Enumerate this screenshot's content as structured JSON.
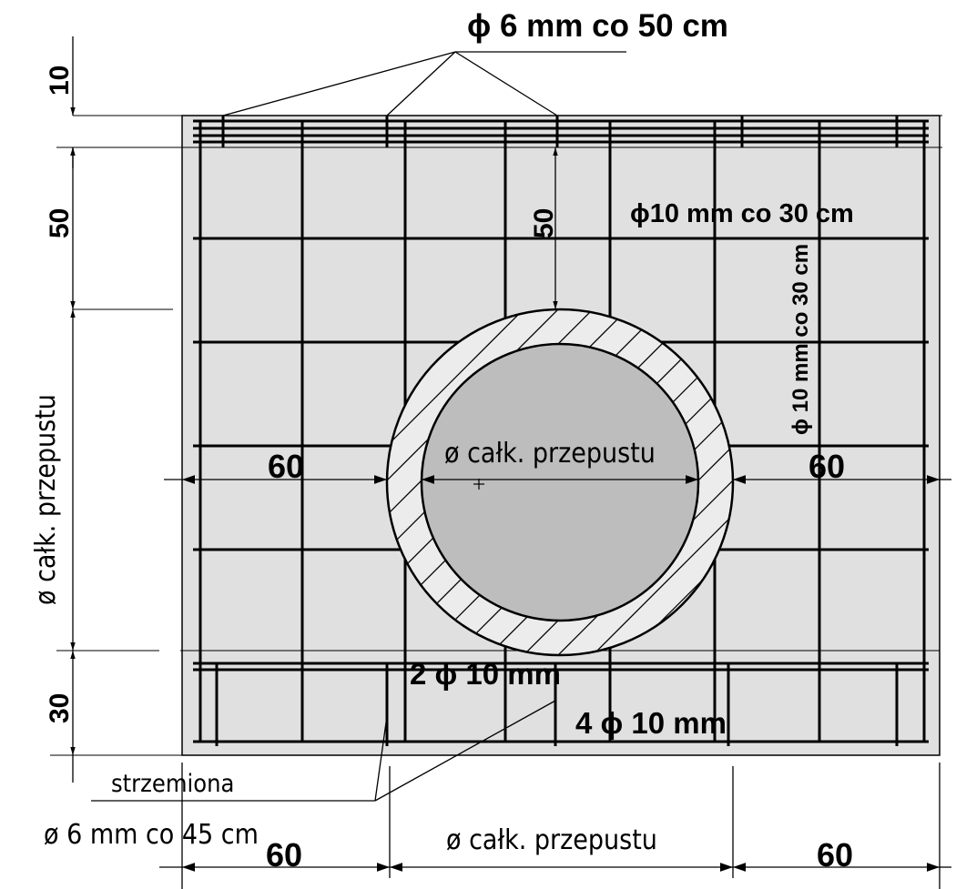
{
  "drawing": {
    "top_bar_label": "ϕ 6 mm co 50 cm",
    "horizontal_mesh_label": "ϕ10 mm co 30 cm",
    "vertical_mesh_label": "ϕ 10 mm co 30 cm",
    "pipe_diameter_label": "ø całk. przepustu",
    "bottom_bars_2_label": "2 ϕ 10 mm",
    "bottom_bars_4_label": "4 ϕ 10 mm",
    "stirrups_label": "strzemiona",
    "stirrups_spacing_label": "ø 6 mm co 45 cm",
    "bottom_diameter_label": "ø całk. przepustu",
    "left_diameter_label": "ø całk. przepustu",
    "dims": {
      "left_10": "10",
      "left_50": "50",
      "left_30": "30",
      "cover_50": "50",
      "side_left_60": "60",
      "side_right_60": "60",
      "bottom_left_60": "60",
      "bottom_right_60": "60"
    }
  },
  "colors": {
    "concrete": "#e0e0e0",
    "pipe_fill": "#bdbdbd",
    "line": "#000000"
  }
}
